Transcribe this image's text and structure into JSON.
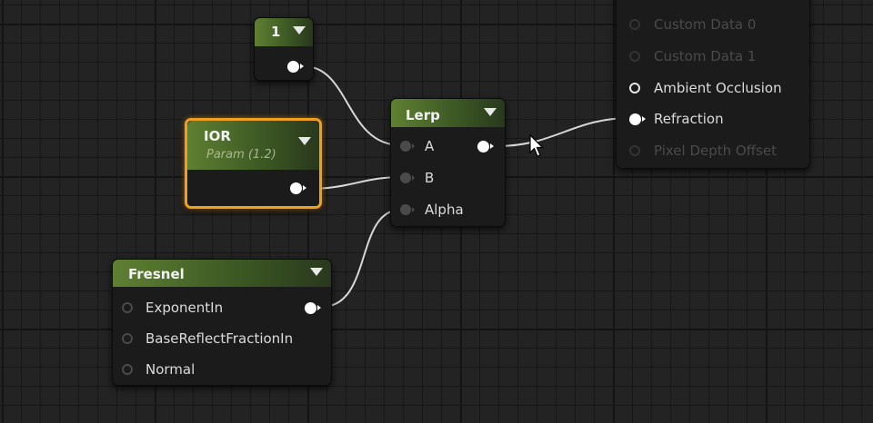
{
  "nodes": {
    "constant": {
      "value": "1"
    },
    "ior": {
      "title": "IOR",
      "subtitle": "Param (1.2)"
    },
    "lerp": {
      "title": "Lerp",
      "inputs": [
        "A",
        "B",
        "Alpha"
      ]
    },
    "fresnel": {
      "title": "Fresnel",
      "inputs": [
        "ExponentIn",
        "BaseReflectFractionIn",
        "Normal"
      ]
    },
    "material": {
      "inputs": [
        "Custom Data 0",
        "Custom Data 1",
        "Ambient Occlusion",
        "Refraction",
        "Pixel Depth Offset"
      ]
    }
  },
  "icons": {
    "collapse": "chevron-down-icon",
    "cursor": "mouse-pointer-icon"
  },
  "colors": {
    "header_green": "#5f8032",
    "selection_orange": "#f0a020",
    "wire": "#d8d8d8",
    "grid_bg": "#232323"
  }
}
